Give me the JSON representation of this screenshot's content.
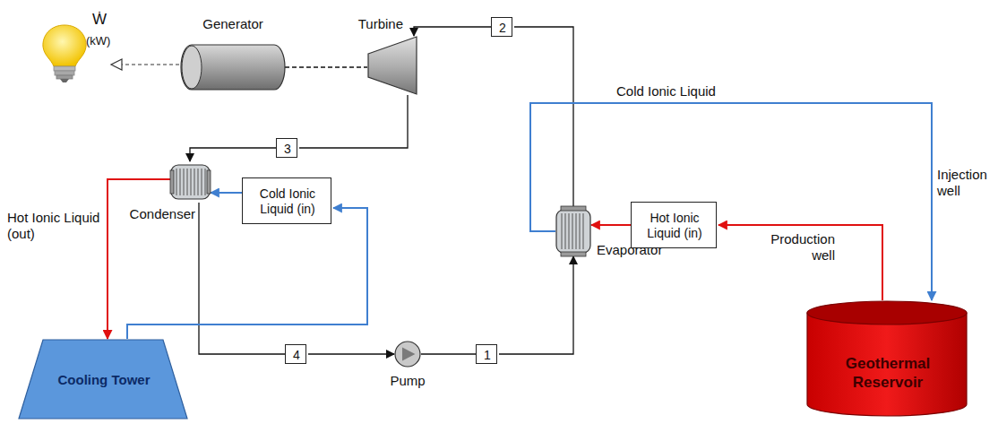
{
  "diagram": {
    "nodes": [
      {
        "text": [
          "Generator"
        ]
      },
      {
        "text": [
          "Turbine"
        ]
      },
      {
        "text": [
          "2"
        ]
      },
      {
        "text": [
          "3"
        ]
      },
      {
        "text": [
          "Condenser"
        ]
      },
      {
        "text": [
          "Cold Ionic Liquid (in)"
        ]
      },
      {
        "text": [
          "Evaporator"
        ]
      },
      {
        "text": [
          "Hot Ionic Liquid (in)"
        ]
      },
      {
        "text": [
          "Cooling Tower"
        ]
      },
      {
        "text": [
          "4"
        ]
      },
      {
        "text": [
          "Pump"
        ]
      },
      {
        "text": [
          "1"
        ]
      },
      {
        "text": [
          "Geothermal Reservoir"
        ]
      }
    ],
    "edges": [
      {
        "from": 0,
        "to": 1,
        "arrow": "none"
      },
      {
        "from": 6,
        "to": 2,
        "arrow": "none"
      },
      {
        "from": 2,
        "to": 1,
        "arrow": "to"
      },
      {
        "from": 1,
        "to": 3,
        "arrow": "none"
      },
      {
        "from": 3,
        "to": 4,
        "arrow": "to"
      },
      {
        "from": 4,
        "to": 9,
        "arrow": "none"
      },
      {
        "from": 9,
        "to": 10,
        "arrow": "to"
      },
      {
        "from": 10,
        "to": 11,
        "arrow": "none"
      },
      {
        "from": 11,
        "to": 6,
        "arrow": "to"
      },
      {
        "from": 12,
        "to": 7,
        "arrow": "to"
      },
      {
        "from": 7,
        "to": 6,
        "arrow": "to"
      },
      {
        "from": 6,
        "to": 12,
        "arrow": "to"
      },
      {
        "from": 5,
        "to": 4,
        "arrow": "to"
      },
      {
        "from": 4,
        "to": 8,
        "arrow": "to"
      },
      {
        "from": 8,
        "to": 5,
        "arrow": "to"
      }
    ],
    "labels": [
      "Ẇ",
      "(kW)",
      "Cold Ionic Liquid",
      "Injection well",
      "Production well",
      "Hot Ionic Liquid (out)"
    ]
  }
}
